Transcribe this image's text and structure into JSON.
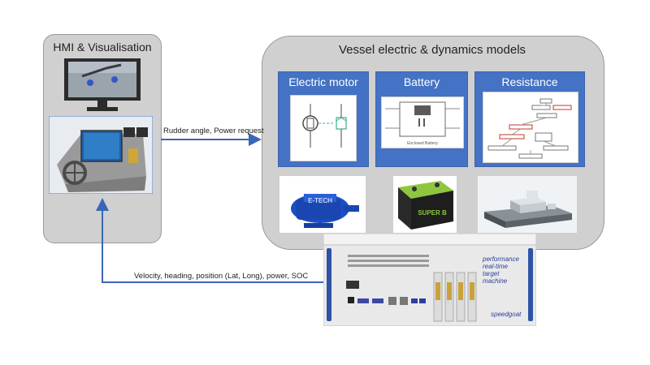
{
  "hmi": {
    "title": "HMI & Visualisation"
  },
  "models": {
    "title": "Vessel electric & dynamics models",
    "cards": [
      {
        "label": "Electric motor"
      },
      {
        "label": "Battery"
      },
      {
        "label": "Resistance"
      }
    ]
  },
  "arrows": {
    "to_models": "Rudder angle, Power request",
    "to_hmi": "Velocity, heading, position (Lat, Long), power, SOC"
  },
  "hardware": {
    "brand_line1": "performance",
    "brand_line2": "real-time",
    "brand_line3": "target",
    "brand_line4": "machine",
    "brand": "speedgoat"
  },
  "thumbnails": {
    "motor_label": "E-TECH",
    "battery_label": "SUPER B",
    "battery_sub": "Enclosed Battery"
  },
  "colors": {
    "arrow": "#3b66b8",
    "card": "#4472c4",
    "panel": "#d0d0d0"
  }
}
